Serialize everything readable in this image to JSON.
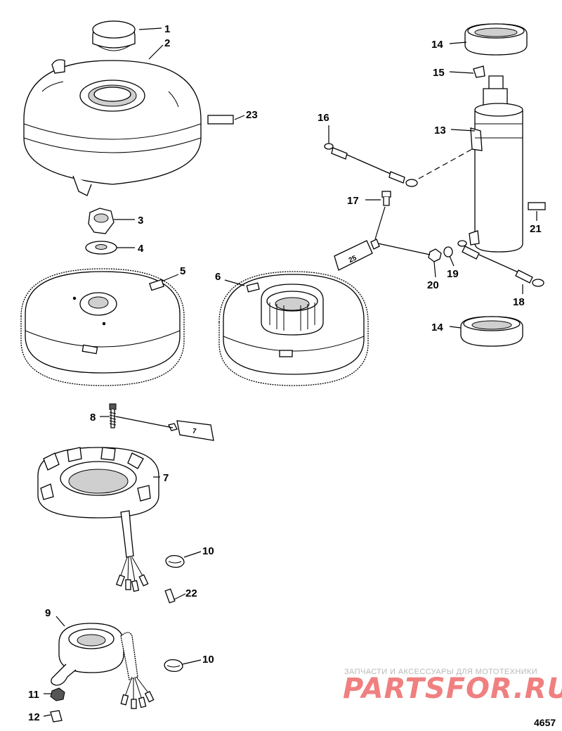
{
  "callouts": [
    {
      "id": "c1",
      "text": "1"
    },
    {
      "id": "c2",
      "text": "2"
    },
    {
      "id": "c3",
      "text": "3"
    },
    {
      "id": "c4",
      "text": "4"
    },
    {
      "id": "c5",
      "text": "5"
    },
    {
      "id": "c6",
      "text": "6"
    },
    {
      "id": "c7",
      "text": "7"
    },
    {
      "id": "c8",
      "text": "8"
    },
    {
      "id": "c9",
      "text": "9"
    },
    {
      "id": "c10a",
      "text": "10"
    },
    {
      "id": "c10b",
      "text": "10"
    },
    {
      "id": "c11",
      "text": "11"
    },
    {
      "id": "c12",
      "text": "12"
    },
    {
      "id": "c13",
      "text": "13"
    },
    {
      "id": "c14a",
      "text": "14"
    },
    {
      "id": "c14b",
      "text": "14"
    },
    {
      "id": "c15",
      "text": "15"
    },
    {
      "id": "c16",
      "text": "16"
    },
    {
      "id": "c17",
      "text": "17"
    },
    {
      "id": "c18",
      "text": "18"
    },
    {
      "id": "c19",
      "text": "19"
    },
    {
      "id": "c20",
      "text": "20"
    },
    {
      "id": "c21",
      "text": "21"
    },
    {
      "id": "c22",
      "text": "22"
    },
    {
      "id": "c23",
      "text": "23"
    }
  ],
  "tube_labels": {
    "tube25": "25",
    "tube7": "7"
  },
  "watermark": {
    "tagline": "ЗАПЧАСТИ И АКСЕССУАРЫ ДЛЯ МОТОТЕХНИКИ",
    "brand": "PARTSFOR.RU"
  },
  "figure_number": "4657"
}
